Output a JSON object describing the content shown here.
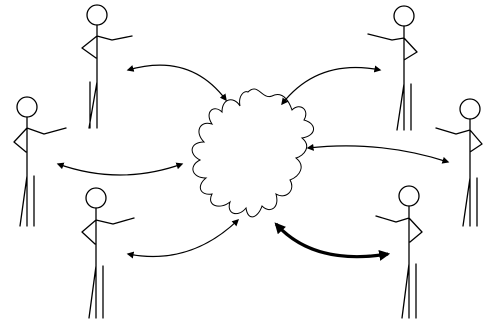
{
  "figures": [
    {
      "id": "top-left"
    },
    {
      "id": "top-right"
    },
    {
      "id": "middle-left"
    },
    {
      "id": "middle-right"
    },
    {
      "id": "bottom-left"
    },
    {
      "id": "bottom-right"
    }
  ],
  "connections": [
    {
      "figure": "top-left",
      "style": "thin"
    },
    {
      "figure": "top-right",
      "style": "thin"
    },
    {
      "figure": "middle-left",
      "style": "thin"
    },
    {
      "figure": "middle-right",
      "style": "thin"
    },
    {
      "figure": "bottom-left",
      "style": "thin"
    },
    {
      "figure": "bottom-right",
      "style": "thick"
    }
  ],
  "colors": {
    "stroke": "#000000",
    "background": "#ffffff"
  }
}
